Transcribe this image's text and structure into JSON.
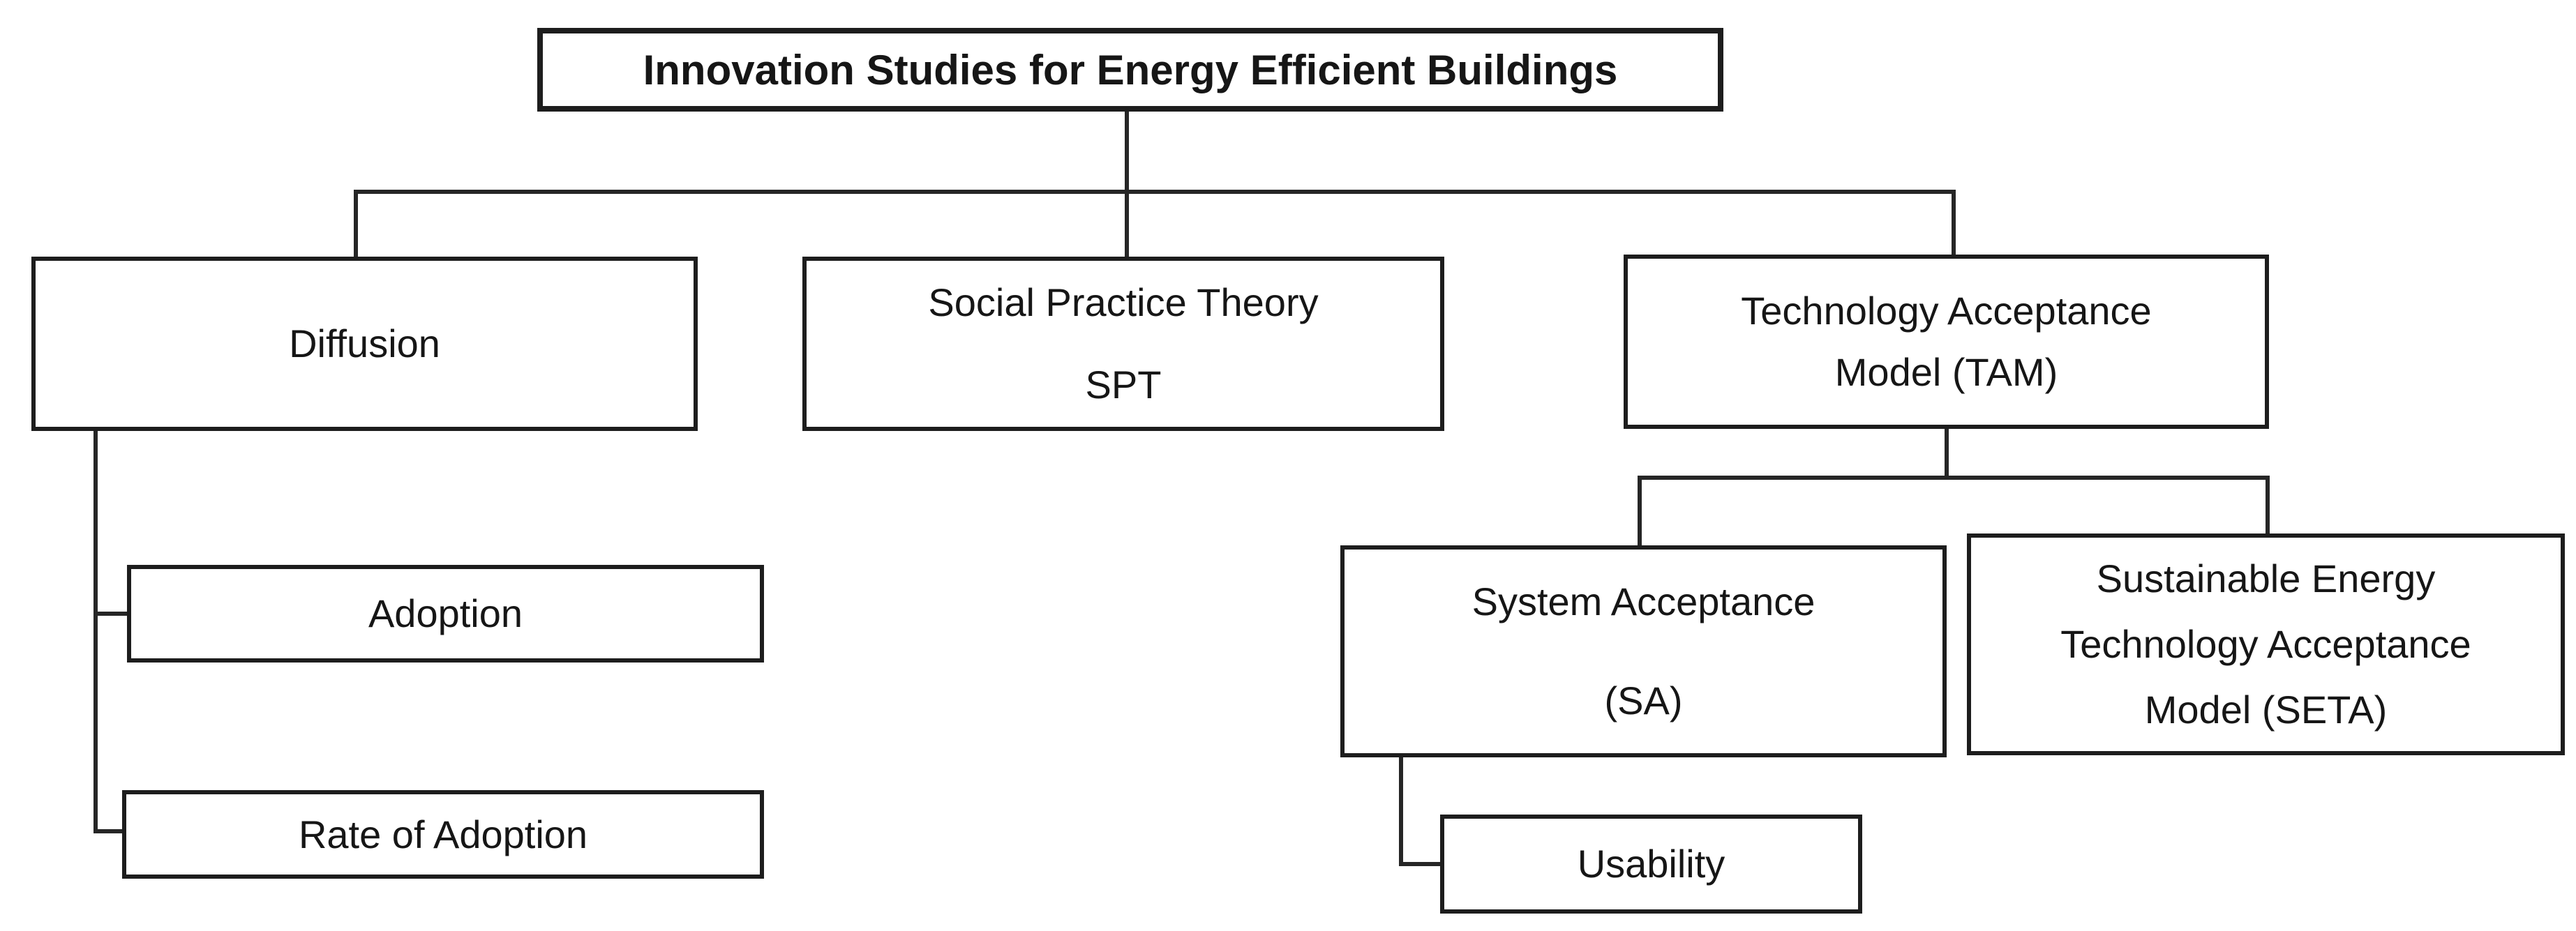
{
  "diagram": {
    "title": "Innovation Studies for Energy Efficient Buildings",
    "type": "hierarchy-tree",
    "colors": {
      "box_border": "#1d1d1d",
      "box_fill": "#ffffff",
      "connector": "#262626",
      "text": "#161616",
      "background": "#ffffff"
    },
    "nodes": {
      "root": {
        "label": "Innovation Studies for Energy Efficient Buildings"
      },
      "diffusion": {
        "label": "Diffusion"
      },
      "spt": {
        "title": "Social Practice Theory",
        "abbr": "SPT"
      },
      "tam": {
        "line1": "Technology Acceptance",
        "line2": "Model (TAM)"
      },
      "adoption": {
        "label": "Adoption"
      },
      "rate_of_adoption": {
        "label": "Rate of Adoption"
      },
      "system_acceptance": {
        "title": "System Acceptance",
        "abbr": "(SA)"
      },
      "seta": {
        "line1": "Sustainable Energy",
        "line2": "Technology Acceptance",
        "line3": "Model (SETA)"
      },
      "usability": {
        "label": "Usability"
      }
    },
    "edges": [
      {
        "from": "root",
        "to": "diffusion"
      },
      {
        "from": "root",
        "to": "spt"
      },
      {
        "from": "root",
        "to": "tam"
      },
      {
        "from": "diffusion",
        "to": "adoption"
      },
      {
        "from": "diffusion",
        "to": "rate_of_adoption"
      },
      {
        "from": "tam",
        "to": "system_acceptance"
      },
      {
        "from": "tam",
        "to": "seta"
      },
      {
        "from": "system_acceptance",
        "to": "usability"
      }
    ]
  }
}
